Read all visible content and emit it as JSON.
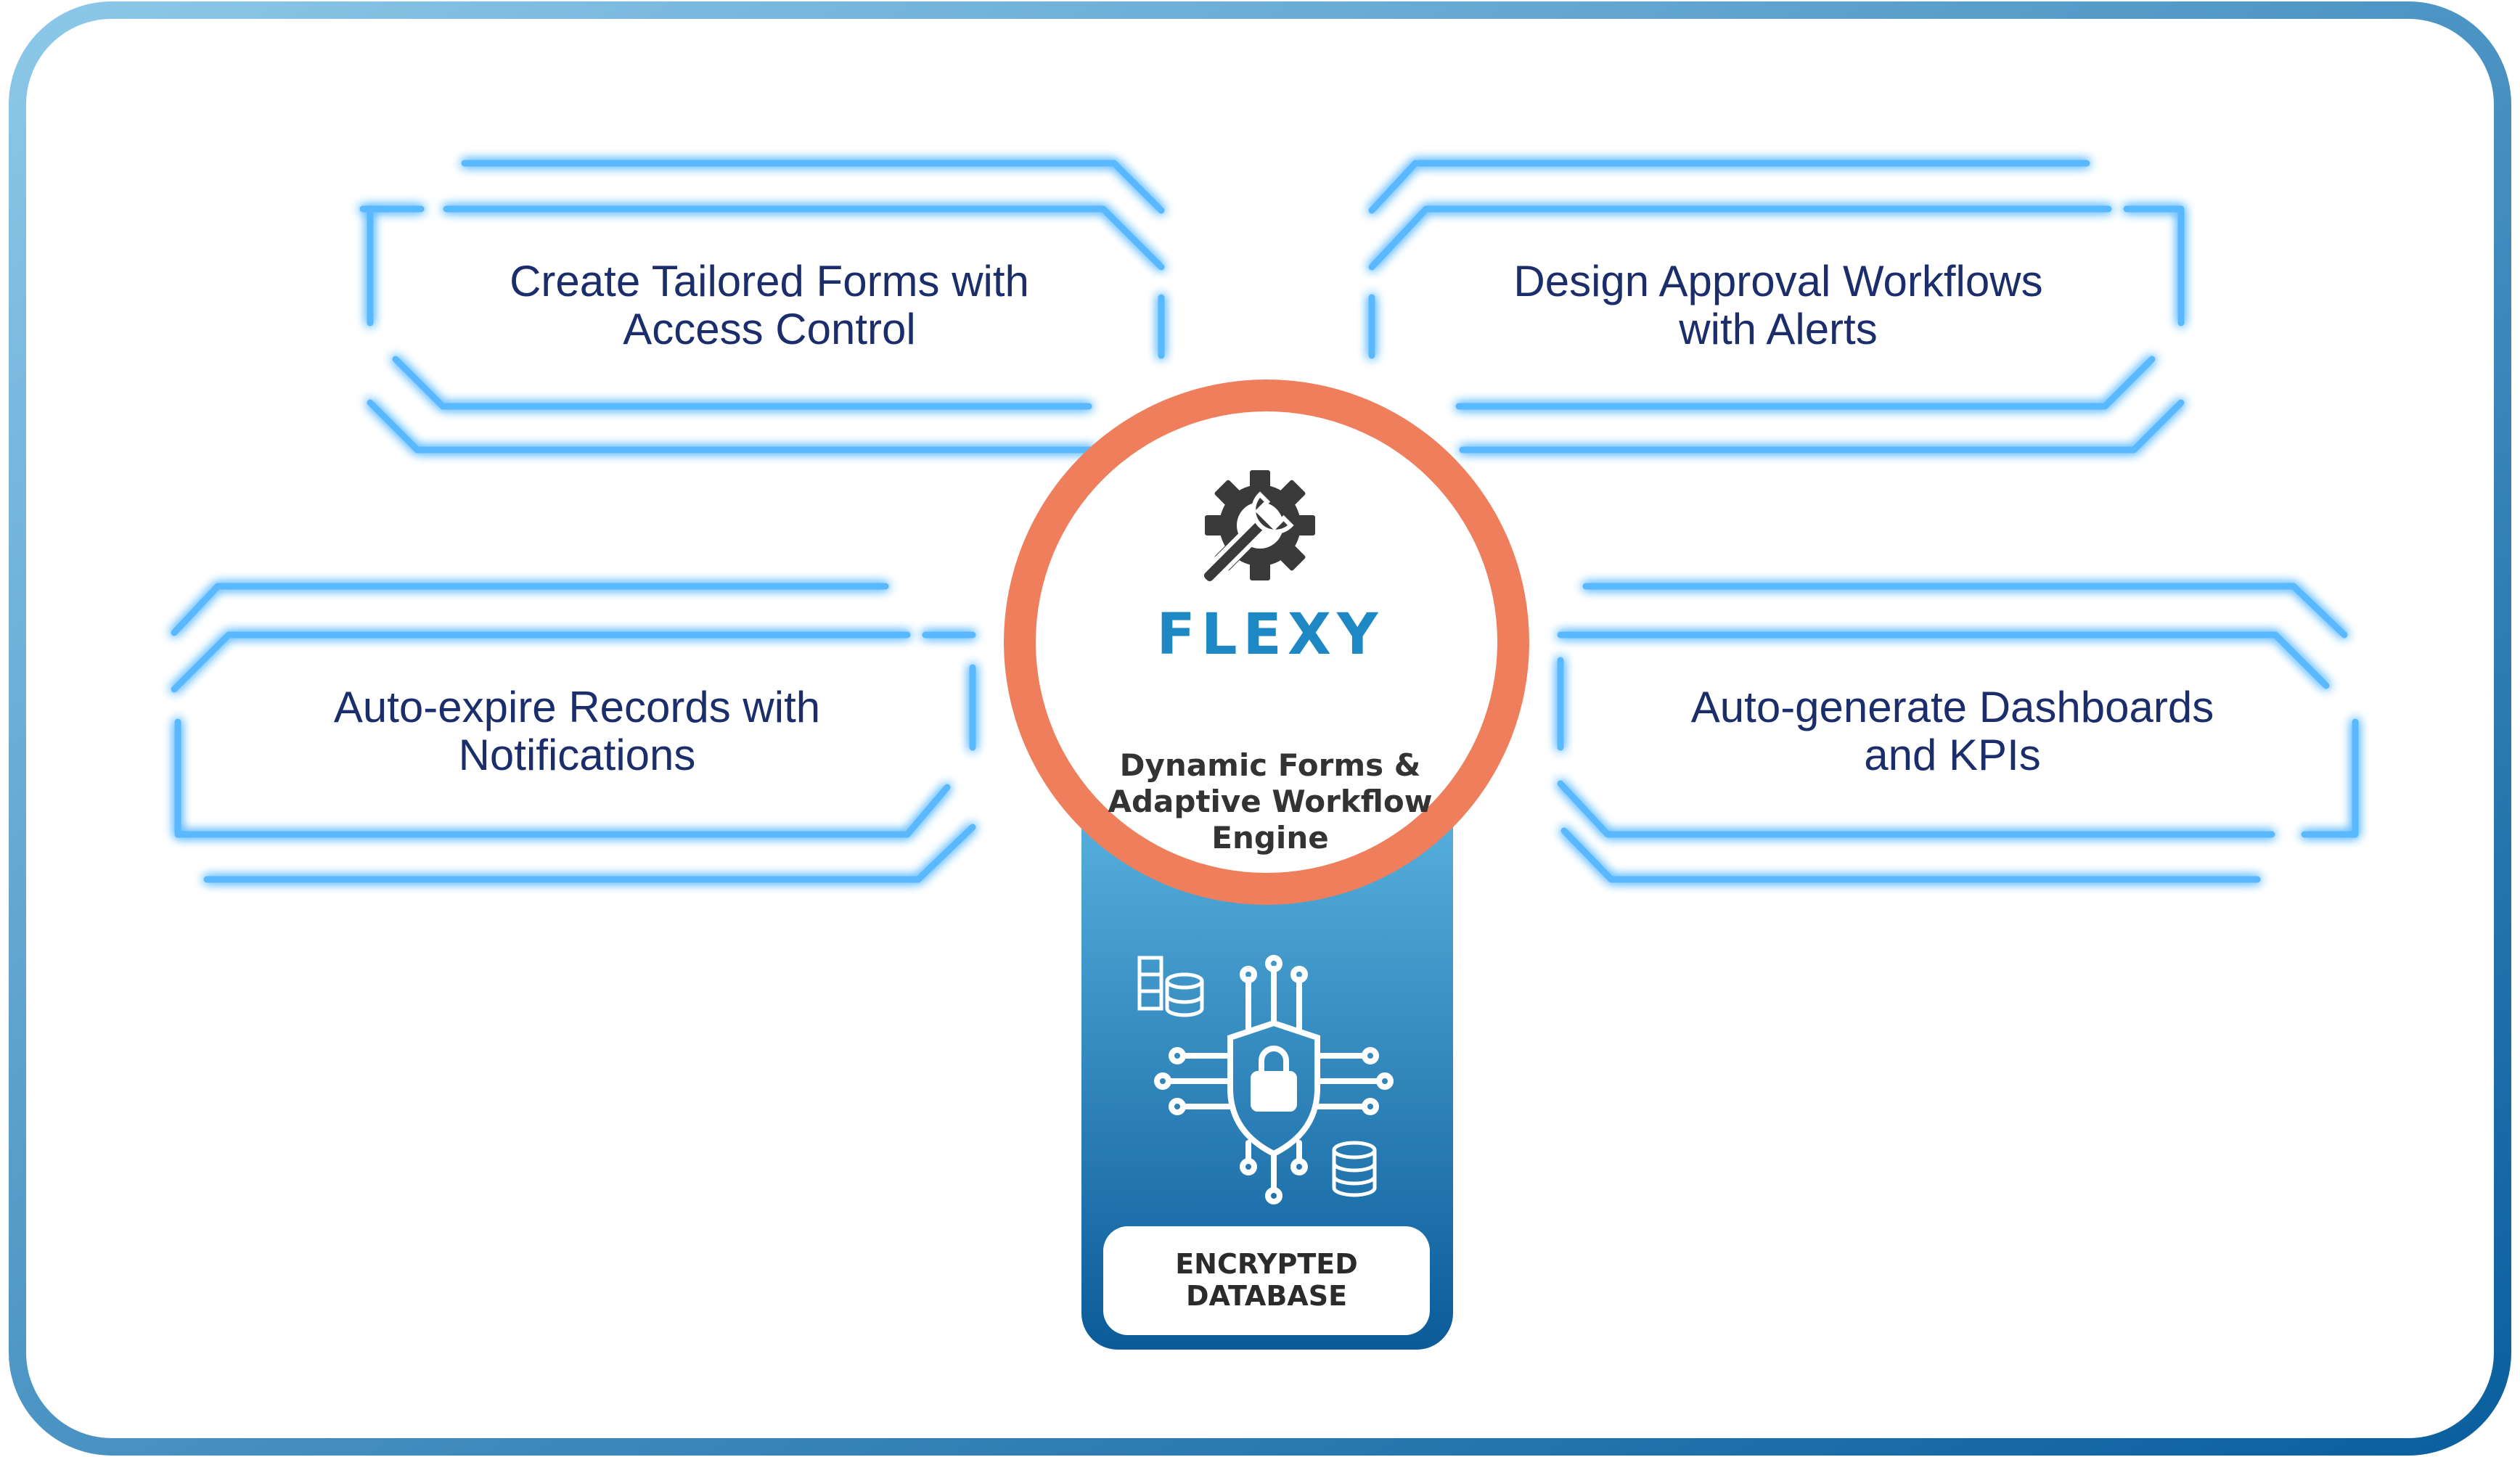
{
  "colors": {
    "frame_gradient_start": "#8cc8e8",
    "frame_gradient_end": "#0a5f9e",
    "neon_line": "#4fb3ff",
    "neon_glow": "#66e0ff",
    "ring": "#ef7f5c",
    "title_blue": "#1d88c4",
    "feature_text": "#1b2d6b",
    "db_gradient_top": "#46a6d6",
    "db_gradient_bottom": "#0b5b99"
  },
  "features": {
    "top_left": {
      "line1": "Create Tailored Forms with",
      "line2": "Access Control"
    },
    "top_right": {
      "line1": "Design Approval Workflows",
      "line2": "with Alerts"
    },
    "mid_left": {
      "line1": "Auto-expire Records with",
      "line2": "Notifications"
    },
    "mid_right": {
      "line1": "Auto-generate Dashboards",
      "line2": "and KPIs"
    }
  },
  "core": {
    "icon": "gear-wrench-icon",
    "title": "FLEXY",
    "subtitle_line1": "Dynamic Forms &",
    "subtitle_line2": "Adaptive Workflow",
    "subtitle_line3": "Engine"
  },
  "database": {
    "icons": [
      "server-database-icon",
      "shield-lock-circuit-icon",
      "database-icon"
    ],
    "label_line1": "ENCRYPTED",
    "label_line2": "DATABASE"
  }
}
